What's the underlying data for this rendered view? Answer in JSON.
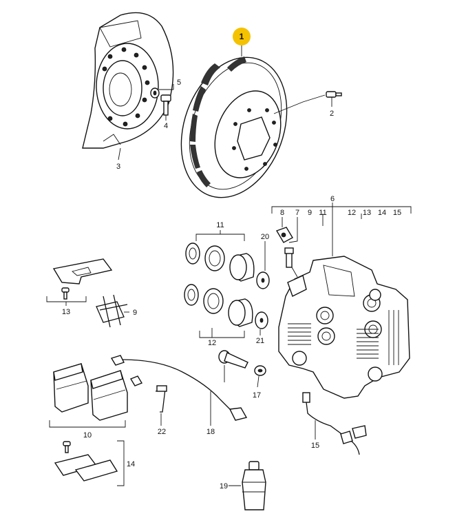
{
  "highlight": {
    "label": "1",
    "color": "#f4c200"
  },
  "callouts": {
    "c2": "2",
    "c3": "3",
    "c4": "4",
    "c5": "5",
    "c6": "6",
    "c7": "7",
    "c8": "8",
    "c9a": "9",
    "c9b": "9",
    "c10": "10",
    "c11a": "11",
    "c11b": "11",
    "c12a": "12",
    "c12b": "12",
    "c13a": "13",
    "c13b": "13",
    "c14a": "14",
    "c14b": "14",
    "c15a": "15",
    "c15b": "15",
    "c17": "17",
    "c18": "18",
    "c19": "19",
    "c20": "20",
    "c21": "21",
    "c22": "22"
  }
}
